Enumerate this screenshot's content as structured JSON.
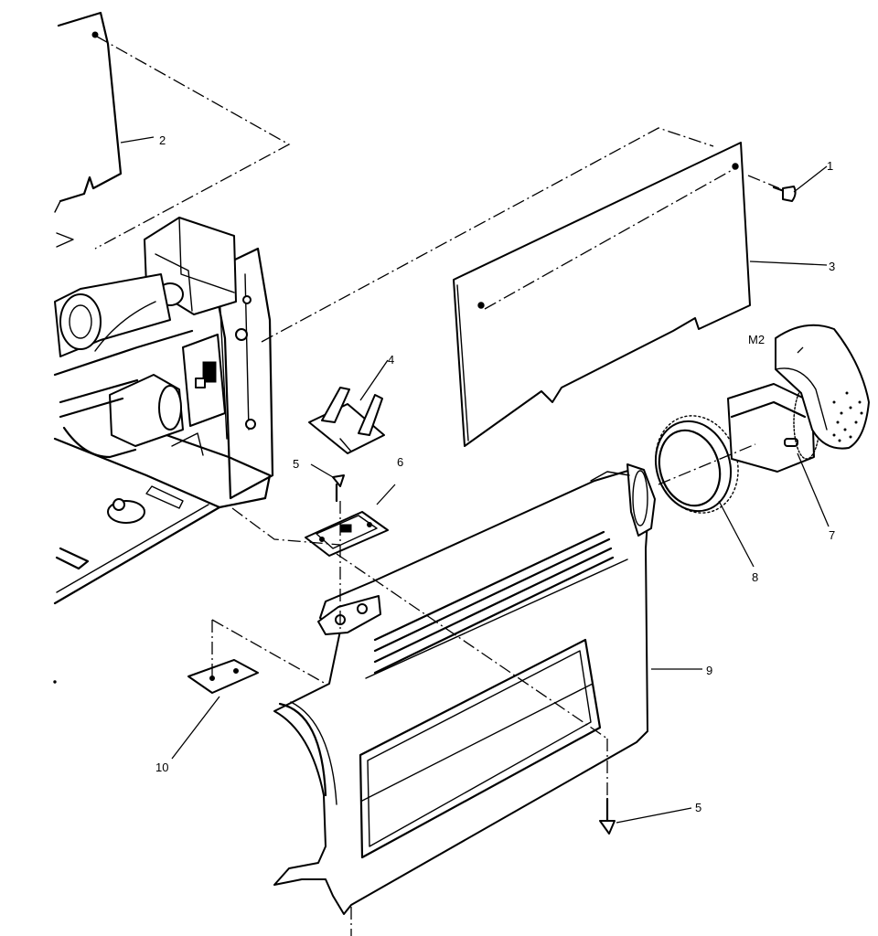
{
  "callouts": {
    "c1": "1",
    "c2": "2",
    "c3": "3",
    "c4": "4",
    "c5a": "5",
    "c5b": "5",
    "c6": "6",
    "c7": "7",
    "c8": "8",
    "c9": "9",
    "c10": "10",
    "m2": "M2"
  }
}
